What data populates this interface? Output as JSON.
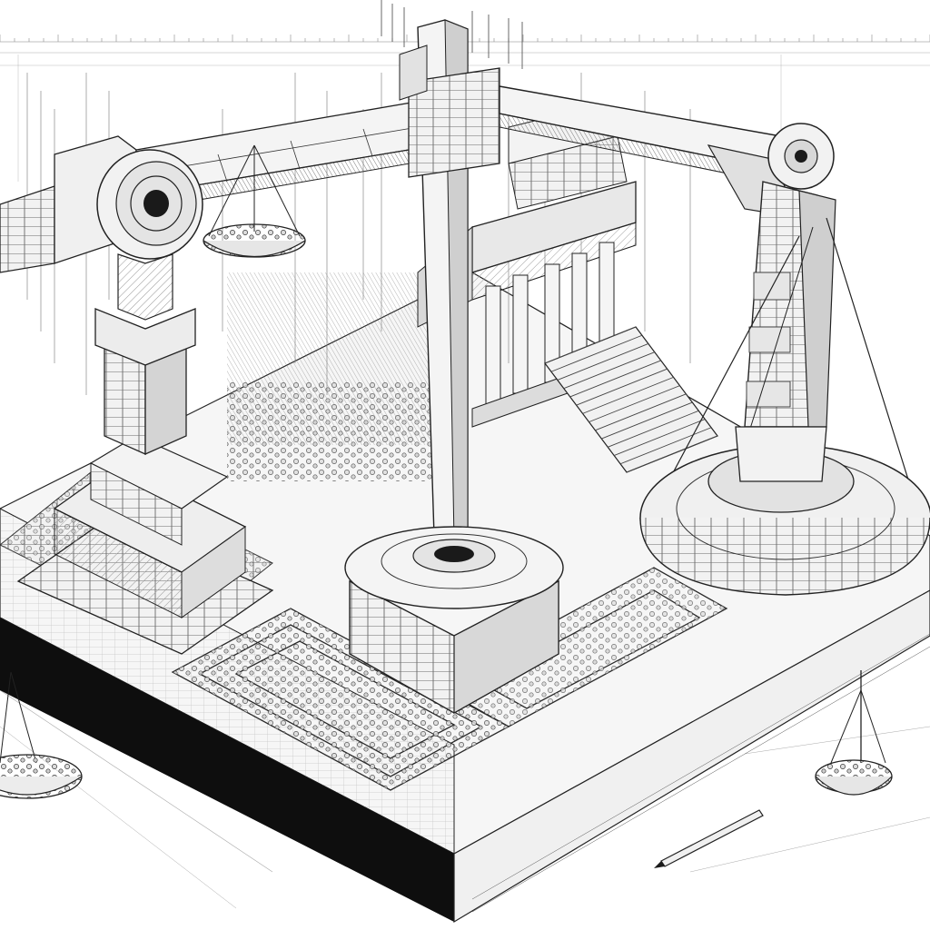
{
  "image": {
    "style": "pen-and-ink isometric technical drawing",
    "colors": {
      "paper": "#ffffff",
      "ink": "#141414",
      "ink_mid": "#5a5a5a",
      "ink_light": "#b4b4b4",
      "shade": "#e2e2e2",
      "slab_side": "#0e0e0e"
    },
    "objects": [
      "isometric-slab-base",
      "stepped-ziggurat-tower",
      "left-crossbeam",
      "wheel-hub",
      "hanging-scale-pan",
      "central-pillar",
      "central-pillar-base",
      "columned-temple",
      "grand-staircase",
      "right-balance-arm",
      "right-scale-column",
      "circular-scale-dish",
      "small-scale-left",
      "small-scale-right",
      "drafting-pencil",
      "blueprint-ruler-lines"
    ]
  }
}
